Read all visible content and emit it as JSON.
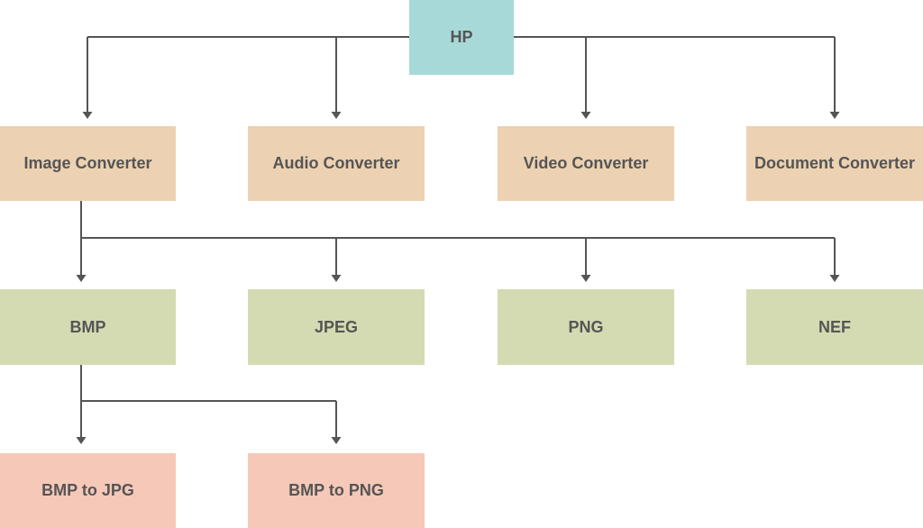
{
  "diagram": {
    "root": {
      "label": "HP"
    },
    "converters": [
      {
        "label": "Image Converter"
      },
      {
        "label": "Audio Converter"
      },
      {
        "label": "Video Converter"
      },
      {
        "label": "Document Converter"
      }
    ],
    "formats": [
      {
        "label": "BMP"
      },
      {
        "label": "JPEG"
      },
      {
        "label": "PNG"
      },
      {
        "label": "NEF"
      }
    ],
    "conversions": [
      {
        "label": "BMP to JPG"
      },
      {
        "label": "BMP to PNG"
      }
    ],
    "colors": {
      "root": "#a8d9d9",
      "converters": "#ecd2b2",
      "formats": "#d4dbb3",
      "conversions": "#f6c8b8",
      "text": "#555555",
      "connector": "#555555"
    }
  }
}
